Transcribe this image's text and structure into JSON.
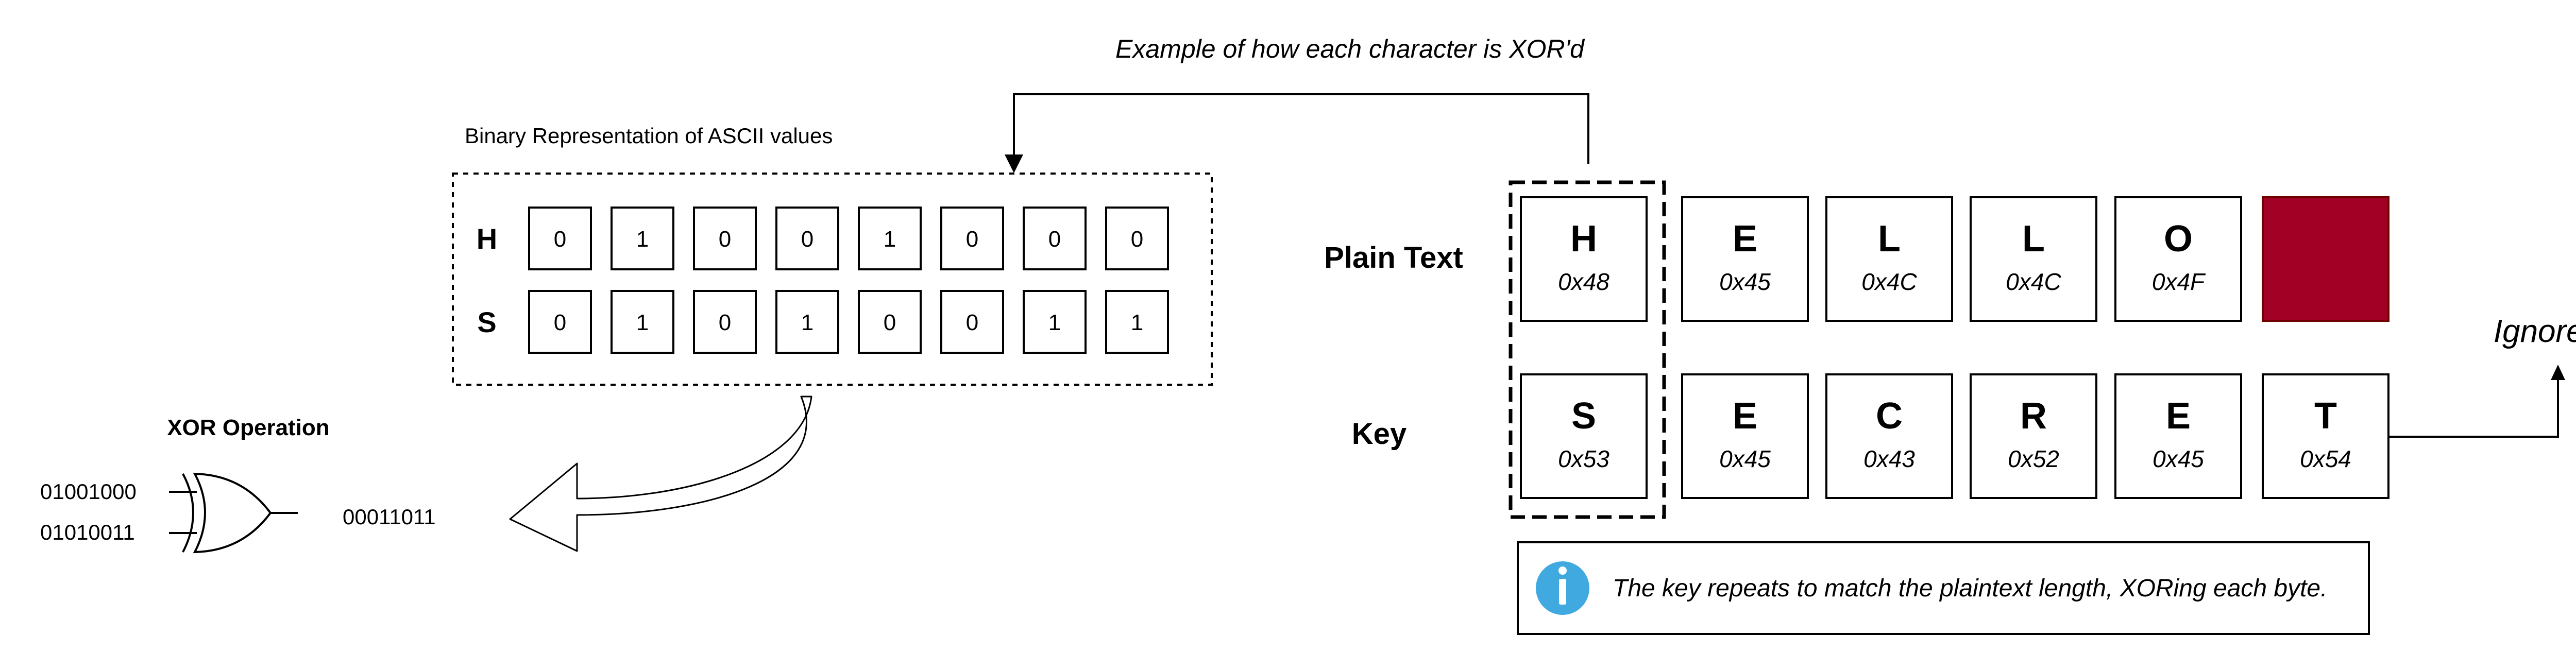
{
  "top_label": "Example of how each character is XOR'd",
  "binary_panel": {
    "title": "Binary Representation of ASCII values",
    "rows": [
      {
        "char": "H",
        "bits": [
          "0",
          "1",
          "0",
          "0",
          "1",
          "0",
          "0",
          "0"
        ]
      },
      {
        "char": "S",
        "bits": [
          "0",
          "1",
          "0",
          "1",
          "0",
          "0",
          "1",
          "1"
        ]
      }
    ]
  },
  "xor_operation": {
    "title": "XOR Operation",
    "input_a": "01001000",
    "input_b": "01010011",
    "output": "00011011"
  },
  "plain_text": {
    "label": "Plain Text",
    "cells": [
      {
        "char": "H",
        "hex": "0x48"
      },
      {
        "char": "E",
        "hex": "0x45"
      },
      {
        "char": "L",
        "hex": "0x4C"
      },
      {
        "char": "L",
        "hex": "0x4C"
      },
      {
        "char": "O",
        "hex": "0x4F"
      }
    ],
    "filler_color": "#a20025"
  },
  "key": {
    "label": "Key",
    "cells": [
      {
        "char": "S",
        "hex": "0x53"
      },
      {
        "char": "E",
        "hex": "0x45"
      },
      {
        "char": "C",
        "hex": "0x43"
      },
      {
        "char": "R",
        "hex": "0x52"
      },
      {
        "char": "E",
        "hex": "0x45"
      },
      {
        "char": "T",
        "hex": "0x54"
      }
    ]
  },
  "ignored_label": "Ignored",
  "info_note": {
    "icon": "info-icon",
    "icon_color": "#40a9e0",
    "text": "The key repeats to match the plaintext length, XORing each byte."
  }
}
